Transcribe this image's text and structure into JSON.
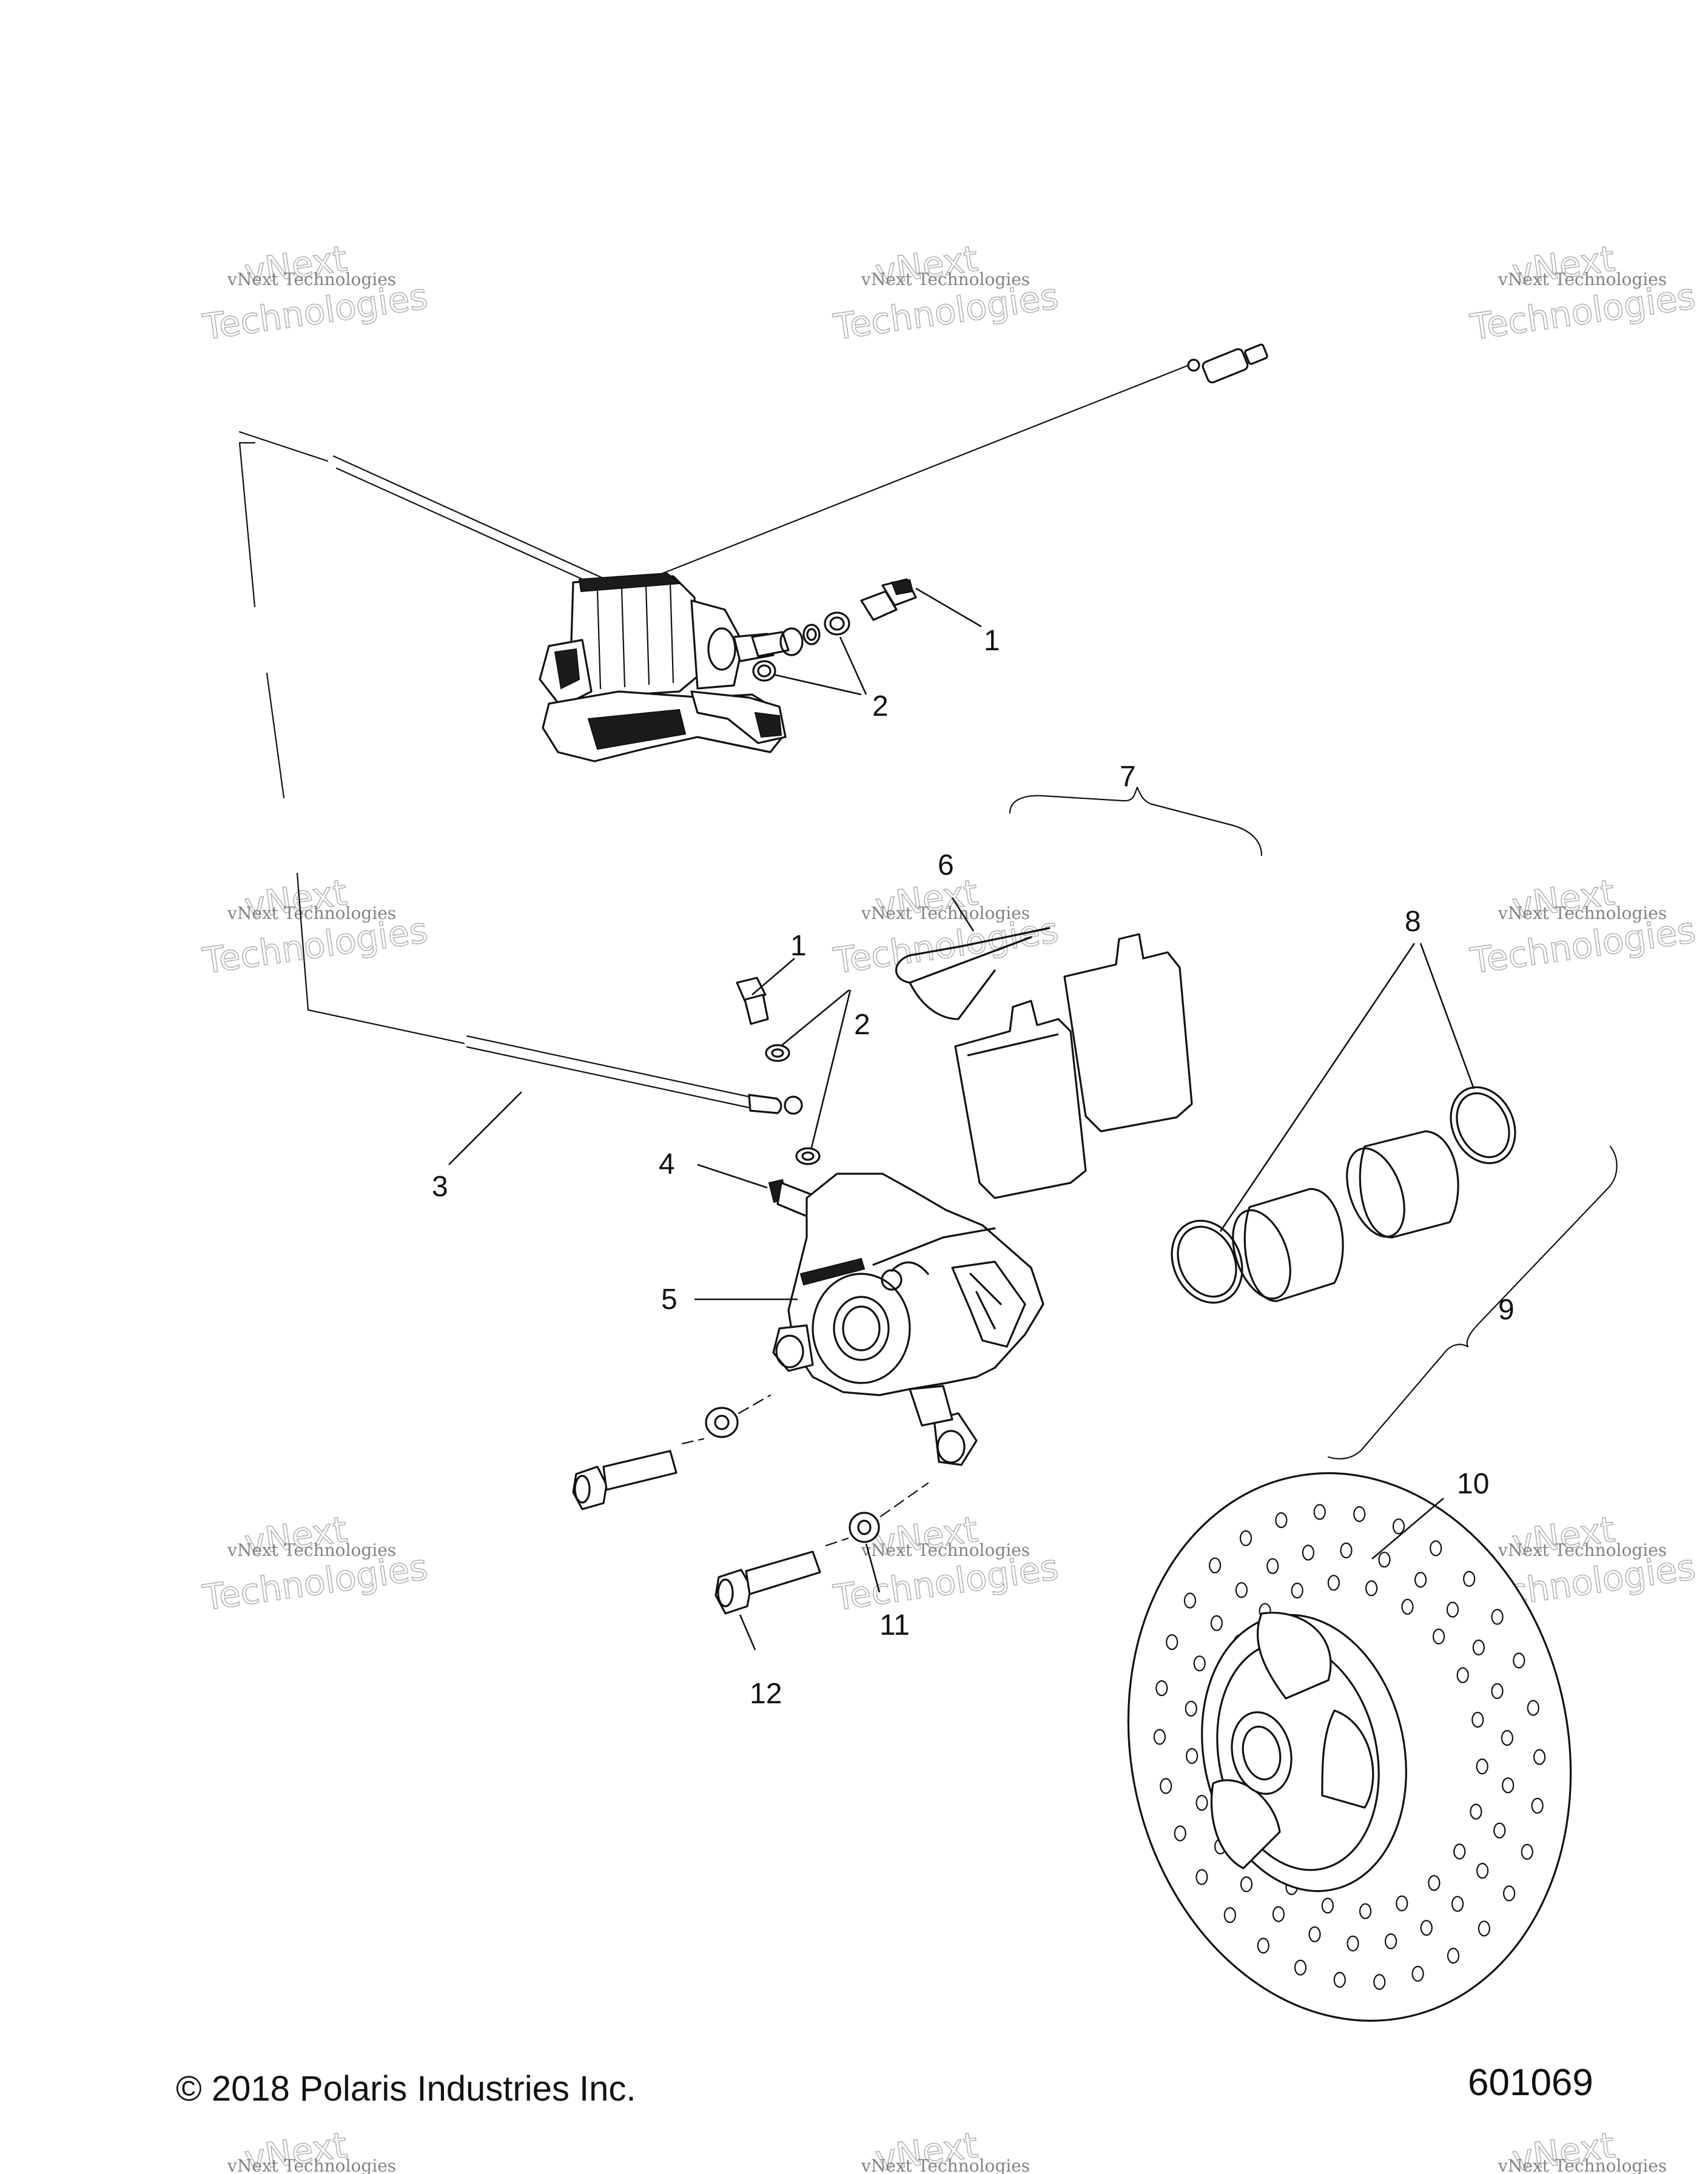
{
  "diagram": {
    "callouts": [
      {
        "id": "1",
        "label": "1"
      },
      {
        "id": "2",
        "label": "2"
      },
      {
        "id": "3",
        "label": "3"
      },
      {
        "id": "4",
        "label": "4"
      },
      {
        "id": "5",
        "label": "5"
      },
      {
        "id": "6",
        "label": "6"
      },
      {
        "id": "7",
        "label": "7"
      },
      {
        "id": "8",
        "label": "8"
      },
      {
        "id": "9",
        "label": "9"
      },
      {
        "id": "10",
        "label": "10"
      },
      {
        "id": "11",
        "label": "11"
      },
      {
        "id": "12",
        "label": "12"
      }
    ],
    "watermark": {
      "line_small": "vNext Technologies",
      "line_big_top": "vNext",
      "line_big_bottom": "Technologies"
    }
  },
  "footer": {
    "copyright": "© 2018 Polaris Industries Inc.",
    "drawing_number": "601069"
  }
}
